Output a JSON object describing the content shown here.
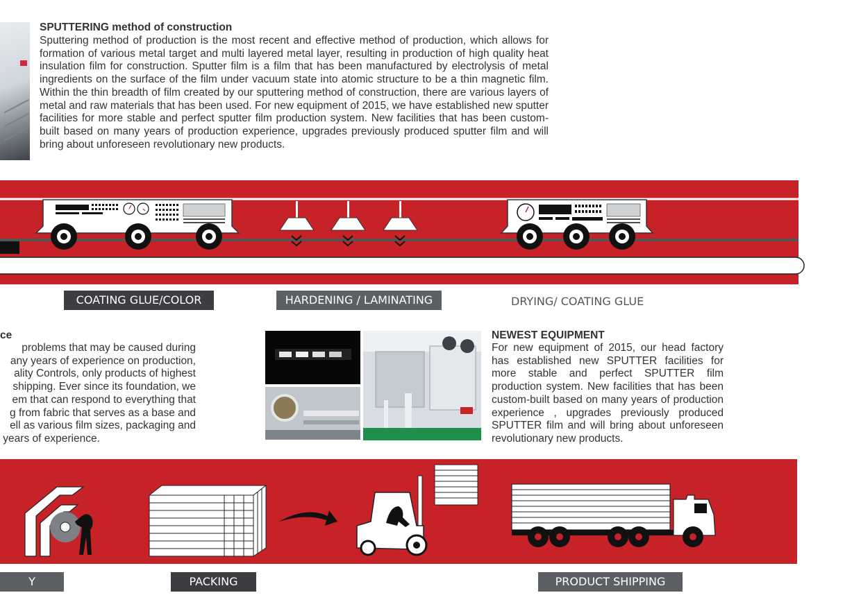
{
  "top_section": {
    "title": "SPUTTERING method of construction",
    "body": "Sputtering method of production is the most recent and effective method of production, which allows for formation of various metal target and multi layered metal layer, resulting in production of high quality heat insulation film for construction. Sputter film is a film that has been manufactured by electrolysis of metal ingredients on the surface of the film under vacuum state into atomic structure to be a thin magnetic film. Within the thin breadth of film created by our sputtering method of construction, there are various layers of metal and raw materials that has been used. For new equipment of 2015, we have established new sputter facilities for more stable and perfect sputter film production system. New facilities that has been custom-built based on many years of production experience, upgrades previously produced sputter film and will bring about unforeseen revolutionary new products."
  },
  "process_labels": {
    "coating": "COATING GLUE/COLOR",
    "hardening": "HARDENING / LAMINATING",
    "drying": "DRYING/ COATING GLUE"
  },
  "left_section": {
    "title_fragment": "ce",
    "lines": [
      "problems that may be caused during",
      "any years of experience on production,",
      "ality Controls, only products of highest",
      "shipping. Ever since its foundation, we",
      "em that can respond to everything that",
      "g from fabric that serves as a base and",
      "ell as various film sizes, packaging and",
      " years of experience."
    ]
  },
  "equipment": {
    "title": "NEWEST EQUIPMENT",
    "body": "For new equipment of 2015, our head factory has established new SPUTTER facilities for more stable and perfect SPUTTER film production system. New facilities that has been custom-built based on many years of production experience , upgrades previously produced SPUTTER film and will bring about unforeseen revolutionary new products."
  },
  "bottom_labels": {
    "quality": "Y CONTROL",
    "packing": "PACKING",
    "shipping": "PRODUCT SHIPPING"
  },
  "colors": {
    "band_red": "#c72228",
    "label_dark": "#3b3d40",
    "label_mid": "#5c5f63"
  }
}
